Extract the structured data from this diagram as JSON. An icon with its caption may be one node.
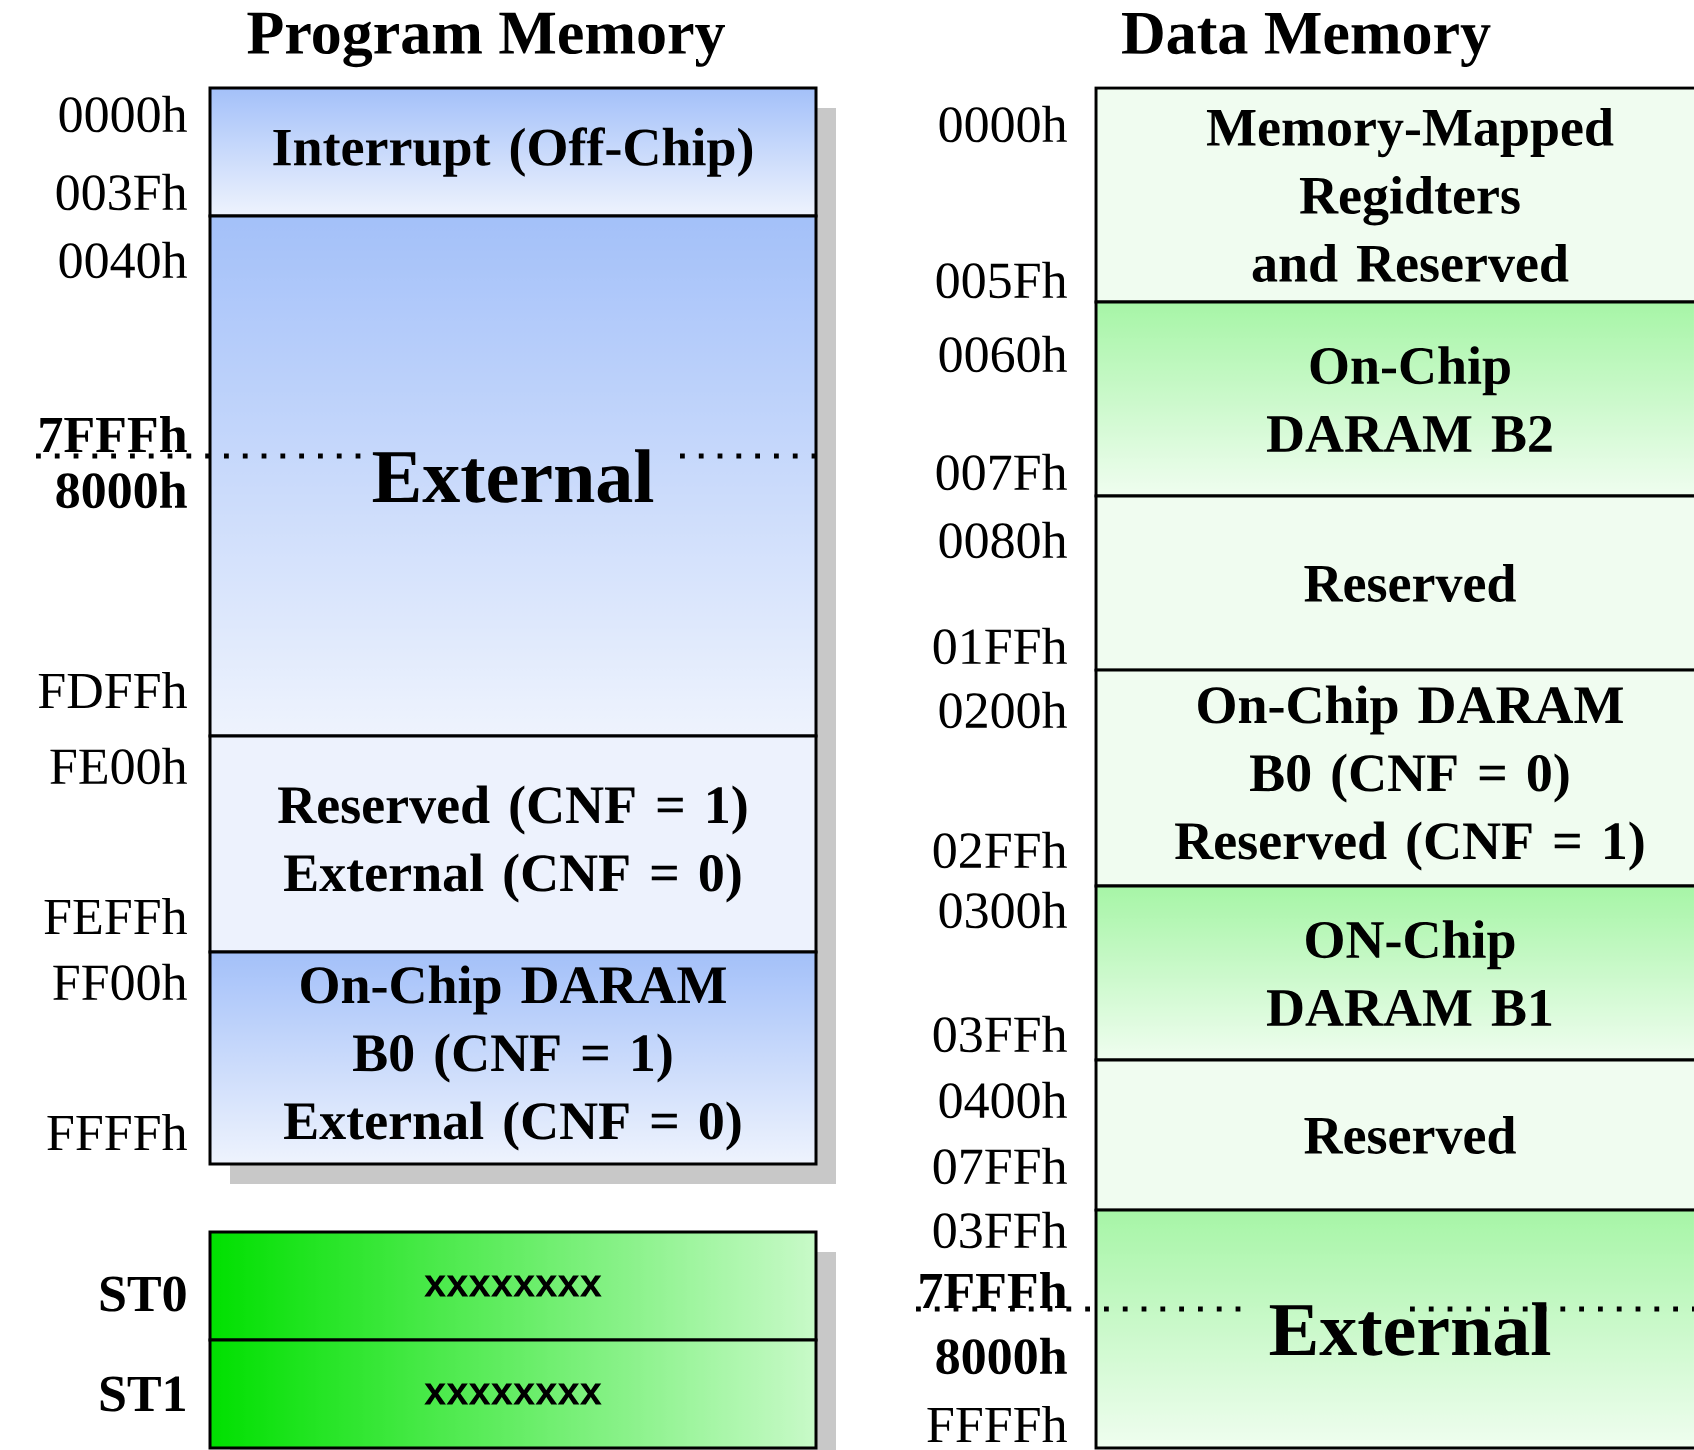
{
  "diagram": {
    "nodes": [
      {
        "text": [
          "Interrupt (Off-Chip)"
        ],
        "beside": [
          "0000h",
          "003Fh"
        ]
      },
      {
        "text": [
          "External"
        ],
        "beside": [
          "0040h",
          "7FFFh",
          "8000h",
          "FDFFh"
        ]
      },
      {
        "text": [
          "Reserved (CNF = 1)",
          "External (CNF = 0)"
        ],
        "beside": [
          "FE00h",
          "FEFFh"
        ]
      },
      {
        "text": [
          "On-Chip DARAM B0 (CNF = 1)",
          "External (CNF = 0)"
        ],
        "beside": [
          "FF00h",
          "FFFFh"
        ]
      },
      {
        "text": [
          "xxxxxxxx"
        ],
        "beside": [
          "ST0"
        ]
      },
      {
        "text": [
          "xxxxxxxx"
        ],
        "beside": [
          "ST1"
        ]
      },
      {
        "text": [
          "Memory-Mapped Regidters and Reserved"
        ],
        "beside": [
          "0000h",
          "005Fh"
        ]
      },
      {
        "text": [
          "On-Chip DARAM B2"
        ],
        "beside": [
          "0060h",
          "007Fh"
        ]
      },
      {
        "text": [
          "Reserved"
        ],
        "beside": [
          "0080h",
          "01FFh"
        ]
      },
      {
        "text": [
          "On-Chip DARAM B0 (CNF = 0)",
          "Reserved (CNF = 1)"
        ],
        "beside": [
          "0200h",
          "02FFh"
        ]
      },
      {
        "text": [
          "ON-Chip DARAM B1"
        ],
        "beside": [
          "0300h",
          "03FFh"
        ]
      },
      {
        "text": [
          "Reserved"
        ],
        "beside": [
          "0400h",
          "07FFh"
        ]
      },
      {
        "text": [
          "External"
        ],
        "beside": [
          "03FFh",
          "7FFFh",
          "8000h",
          "FFFFh"
        ]
      }
    ],
    "labels": [
      "Program Memory",
      "Data Memory"
    ]
  }
}
